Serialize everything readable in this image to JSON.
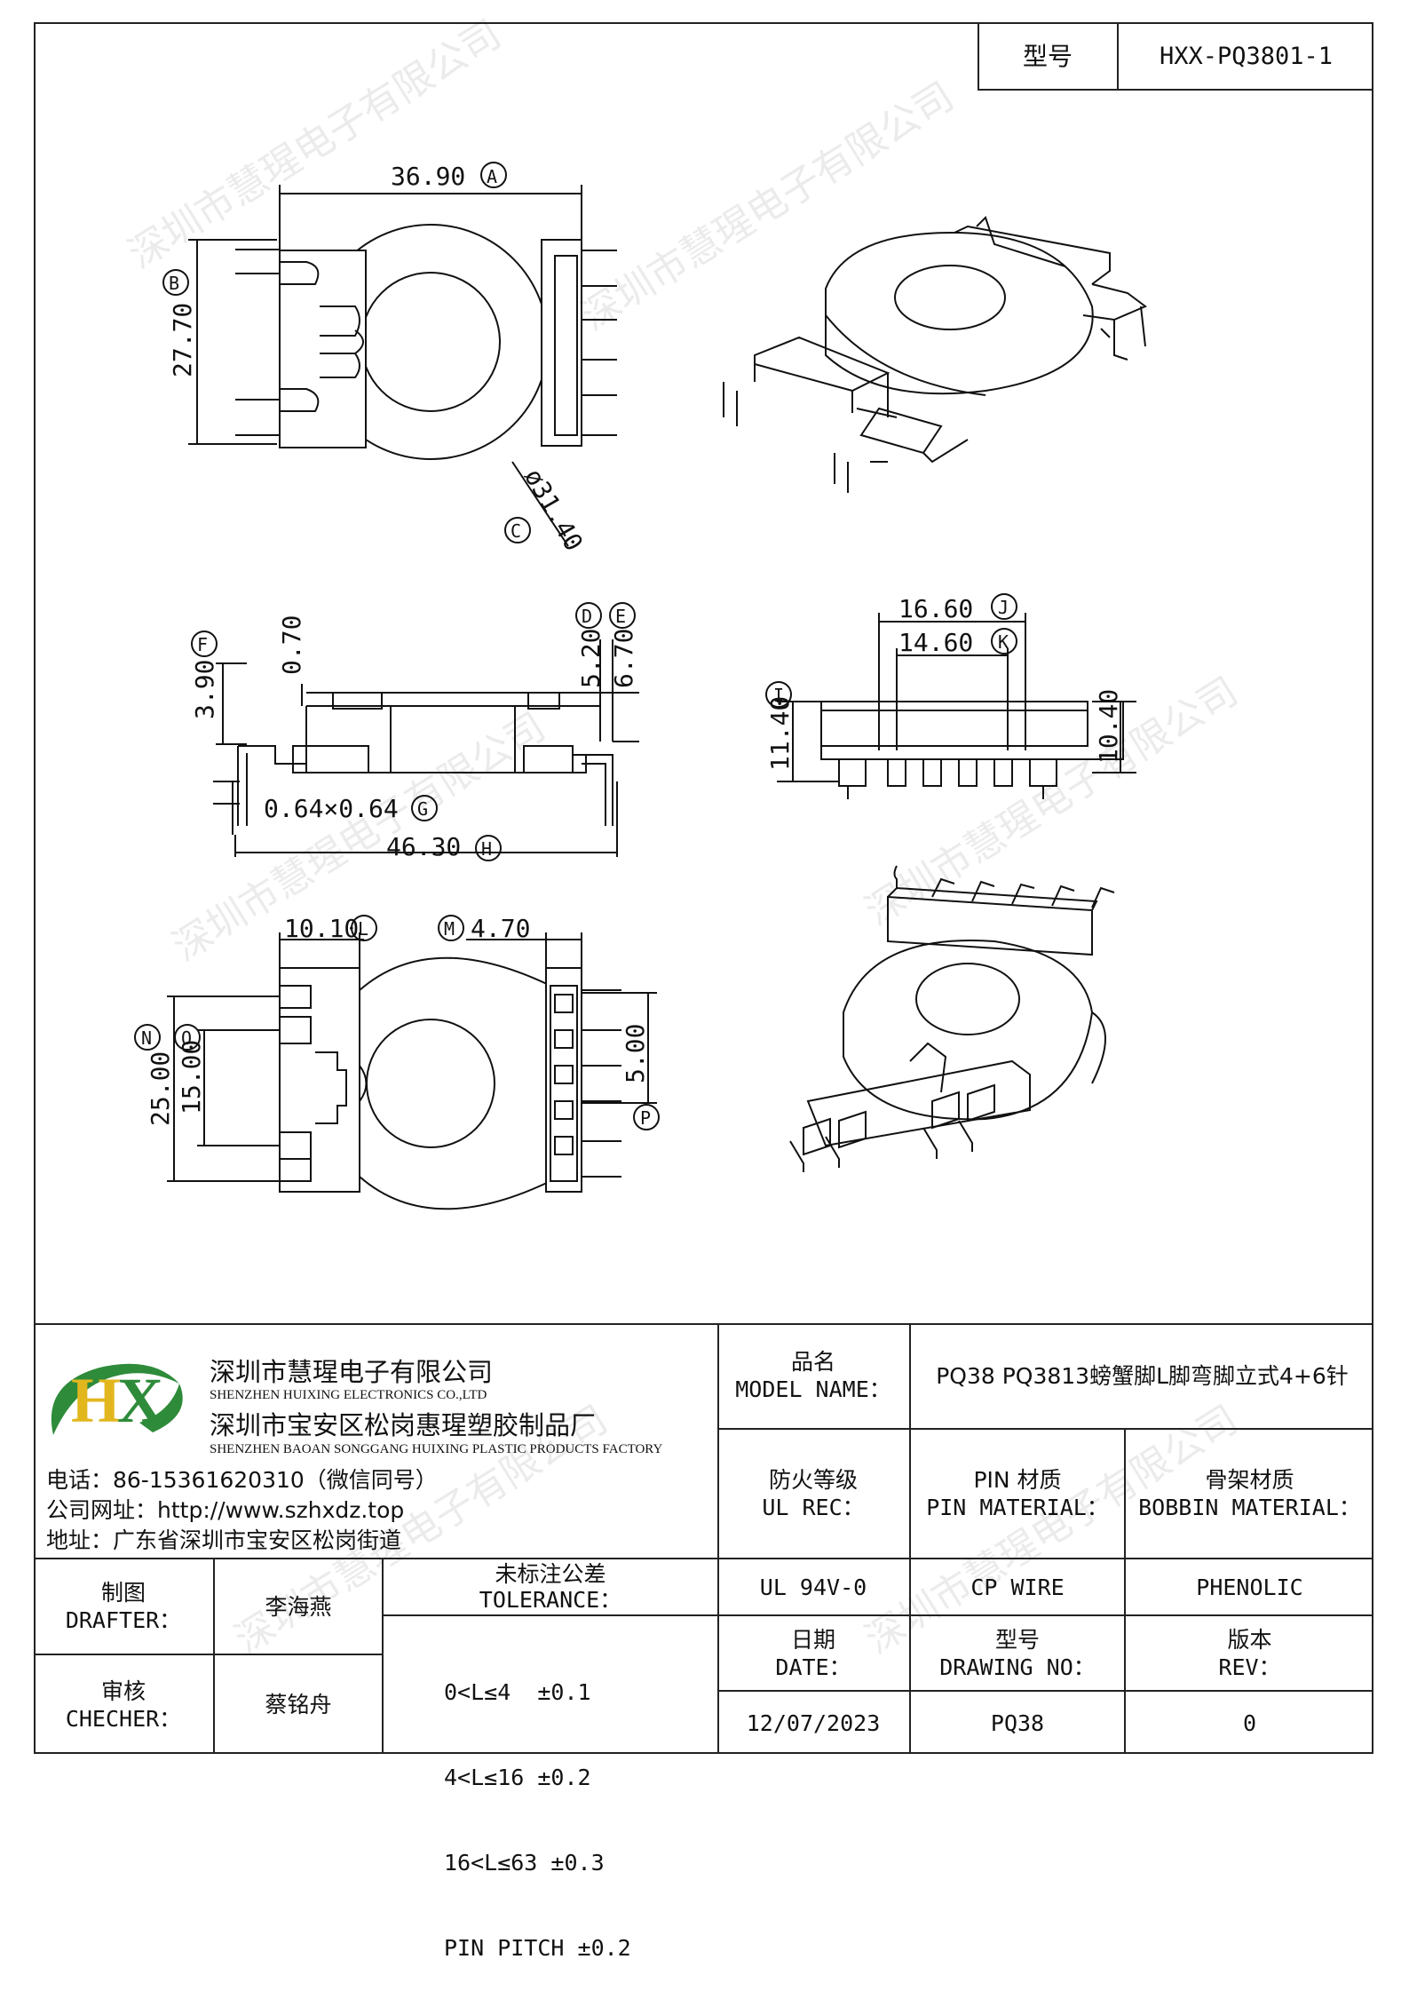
{
  "header": {
    "label": "型号",
    "value": "HXX-PQ3801-1"
  },
  "watermark": "深圳市慧瑆电子有限公司",
  "top_view": {
    "dim_a": "36.90",
    "callout_a": "A",
    "dim_b": "27.70",
    "callout_b": "B",
    "dim_c": "ø31.40",
    "callout_c": "C"
  },
  "side_view": {
    "dim_f": "3.90",
    "callout_f": "F",
    "dim_070": "0.70",
    "dim_d": "5.20",
    "callout_d": "D",
    "dim_e": "6.70",
    "callout_e": "E",
    "dim_g": "0.64×0.64",
    "callout_g": "G",
    "dim_h": "46.30",
    "callout_h": "H"
  },
  "end_view": {
    "dim_j": "16.60",
    "callout_j": "J",
    "dim_k": "14.60",
    "callout_k": "K",
    "dim_i": "11.40",
    "callout_i": "I",
    "dim_1040": "10.40"
  },
  "bottom_view": {
    "dim_l": "10.10",
    "callout_l": "L",
    "dim_m": "4.70",
    "callout_m": "M",
    "dim_n": "25.00",
    "callout_n": "N",
    "dim_o": "15.00",
    "callout_o": "O",
    "dim_p": "5.00",
    "callout_p": "P"
  },
  "company": {
    "logo_h": "H",
    "logo_x": "X",
    "name_cn": "深圳市慧瑆电子有限公司",
    "name_en": "SHENZHEN HUIXING ELECTRONICS CO.,LTD",
    "factory_cn": "深圳市宝安区松岗惠瑆塑胶制品厂",
    "factory_en": "SHENZHEN BAOAN SONGGANG HUIXING PLASTIC PRODUCTS FACTORY",
    "phone": "电话：86-15361620310（微信同号）",
    "website": "公司网址：http://www.szhxdz.top",
    "address": "地址：广东省深圳市宝安区松岗街道"
  },
  "title_block": {
    "model_name_cn": "品名",
    "model_name_en": "MODEL NAME：",
    "model_name_value": "PQ38 PQ3813螃蟹脚L脚弯脚立式4+6针",
    "ul_cn": "防火等级",
    "ul_en": "UL REC：",
    "pin_cn": "PIN 材质",
    "pin_en": "PIN MATERIAL：",
    "bobbin_cn": "骨架材质",
    "bobbin_en": "BOBBIN MATERIAL：",
    "ul_value": "UL 94V-0",
    "pin_value": "CP WIRE",
    "bobbin_value": "PHENOLIC",
    "drafter_cn": "制图",
    "drafter_en": "DRAFTER：",
    "drafter_value": "李海燕",
    "tolerance_cn": "未标注公差",
    "tolerance_en": "TOLERANCE：",
    "tolerance_lines": [
      "0<L≤4  ±0.1",
      "4<L≤16 ±0.2",
      "16<L≤63 ±0.3",
      "PIN PITCH ±0.2"
    ],
    "checker_cn": "审核",
    "checker_en": "CHECHER：",
    "checker_value": "蔡铭舟",
    "date_cn": "日期",
    "date_en": "DATE：",
    "date_value": "12/07/2023",
    "drawing_cn": "型号",
    "drawing_en": "DRAWING NO：",
    "drawing_value": "PQ38",
    "rev_cn": "版本",
    "rev_en": "REV：",
    "rev_value": "0"
  }
}
